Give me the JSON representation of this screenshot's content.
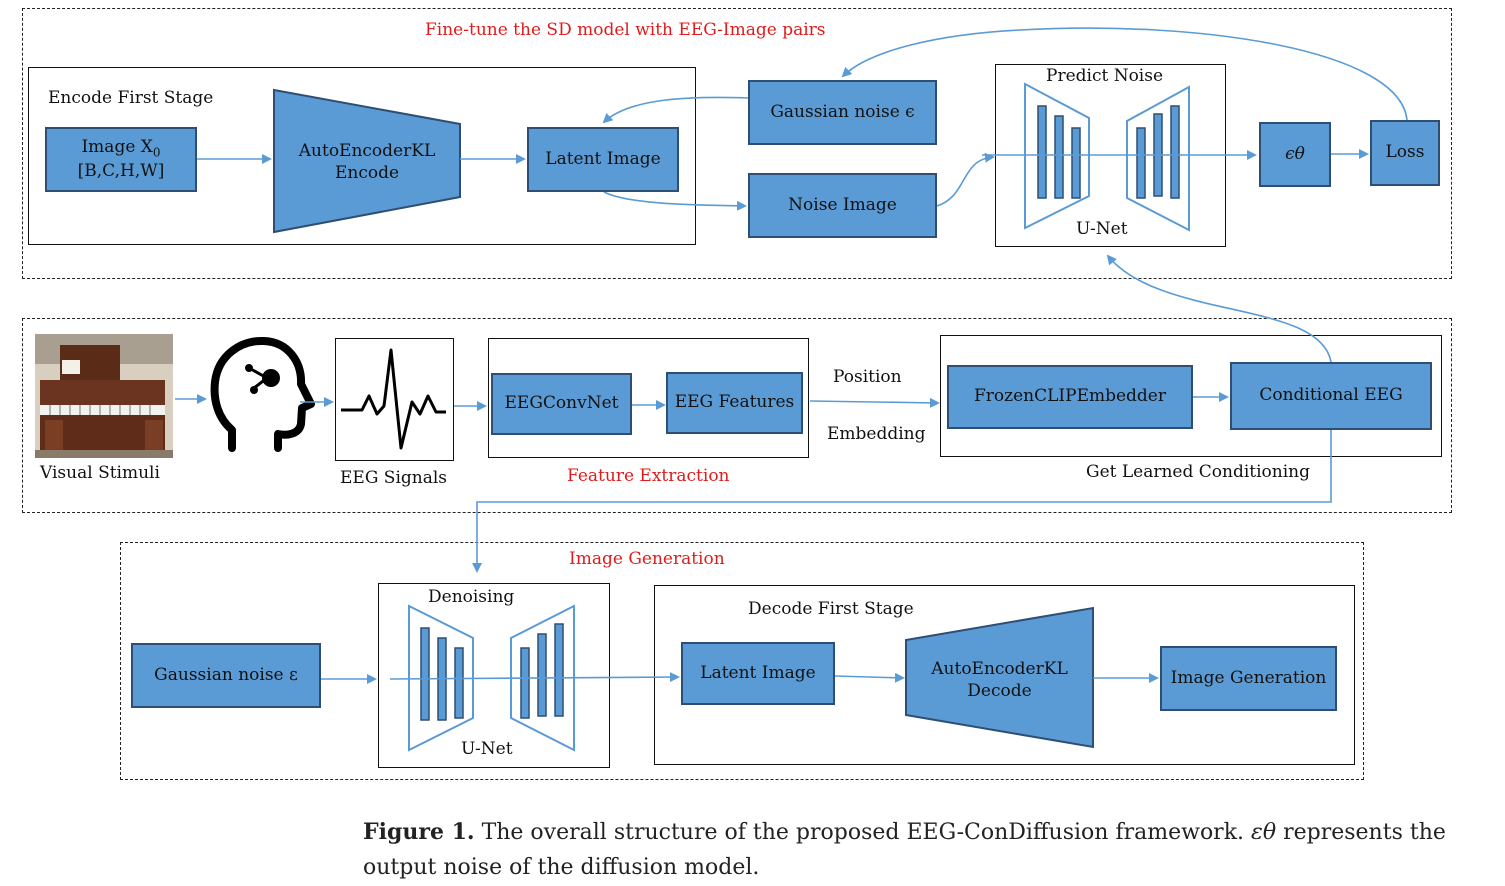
{
  "sections": {
    "finetune_title": "Fine-tune the SD model with EEG-Image pairs",
    "feature_extraction_title": "Feature Extraction",
    "get_conditioning_title": "Get Learned Conditioning",
    "image_generation_title": "Image Generation"
  },
  "top": {
    "encode_first_stage": "Encode First Stage",
    "image_x0_line1": "Image X",
    "image_x0_sub": "0",
    "image_x0_line2": "[B,C,H,W]",
    "autoencoder_line1": "AutoEncoderKL",
    "autoencoder_line2": "Encode",
    "latent_image": "Latent Image",
    "gaussian_noise": "Gaussian noise ϵ",
    "noise_image": "Noise Image",
    "predict_noise": "Predict Noise",
    "unet": "U-Net",
    "epsilon_theta": "ϵθ",
    "loss": "Loss"
  },
  "middle": {
    "visual_stimuli": "Visual Stimuli",
    "eeg_signals": "EEG Signals",
    "eegconvnet": "EEGConvNet",
    "eeg_features": "EEG Features",
    "position": "Position",
    "embedding": "Embedding",
    "frozen_clip": "FrozenCLIPEmbedder",
    "conditional_eeg": "Conditional EEG"
  },
  "bottom": {
    "gaussian_noise": "Gaussian noise ε",
    "denoising": "Denoising",
    "unet": "U-Net",
    "decode_first_stage": "Decode First Stage",
    "latent_image": "Latent Image",
    "autoencoder_line1": "AutoEncoderKL",
    "autoencoder_line2": "Decode",
    "image_generation": "Image Generation"
  },
  "caption": {
    "label": "Figure 1.",
    "text_before": "The overall structure of the proposed EEG-ConDiffusion framework.",
    "symbol": "εθ",
    "text_after": "represents the output noise of the diffusion model."
  },
  "colors": {
    "box_fill": "#5b9bd5",
    "box_border": "#2e4f73",
    "arrow": "#5b9bd5",
    "section_title": "#e01b1b"
  }
}
